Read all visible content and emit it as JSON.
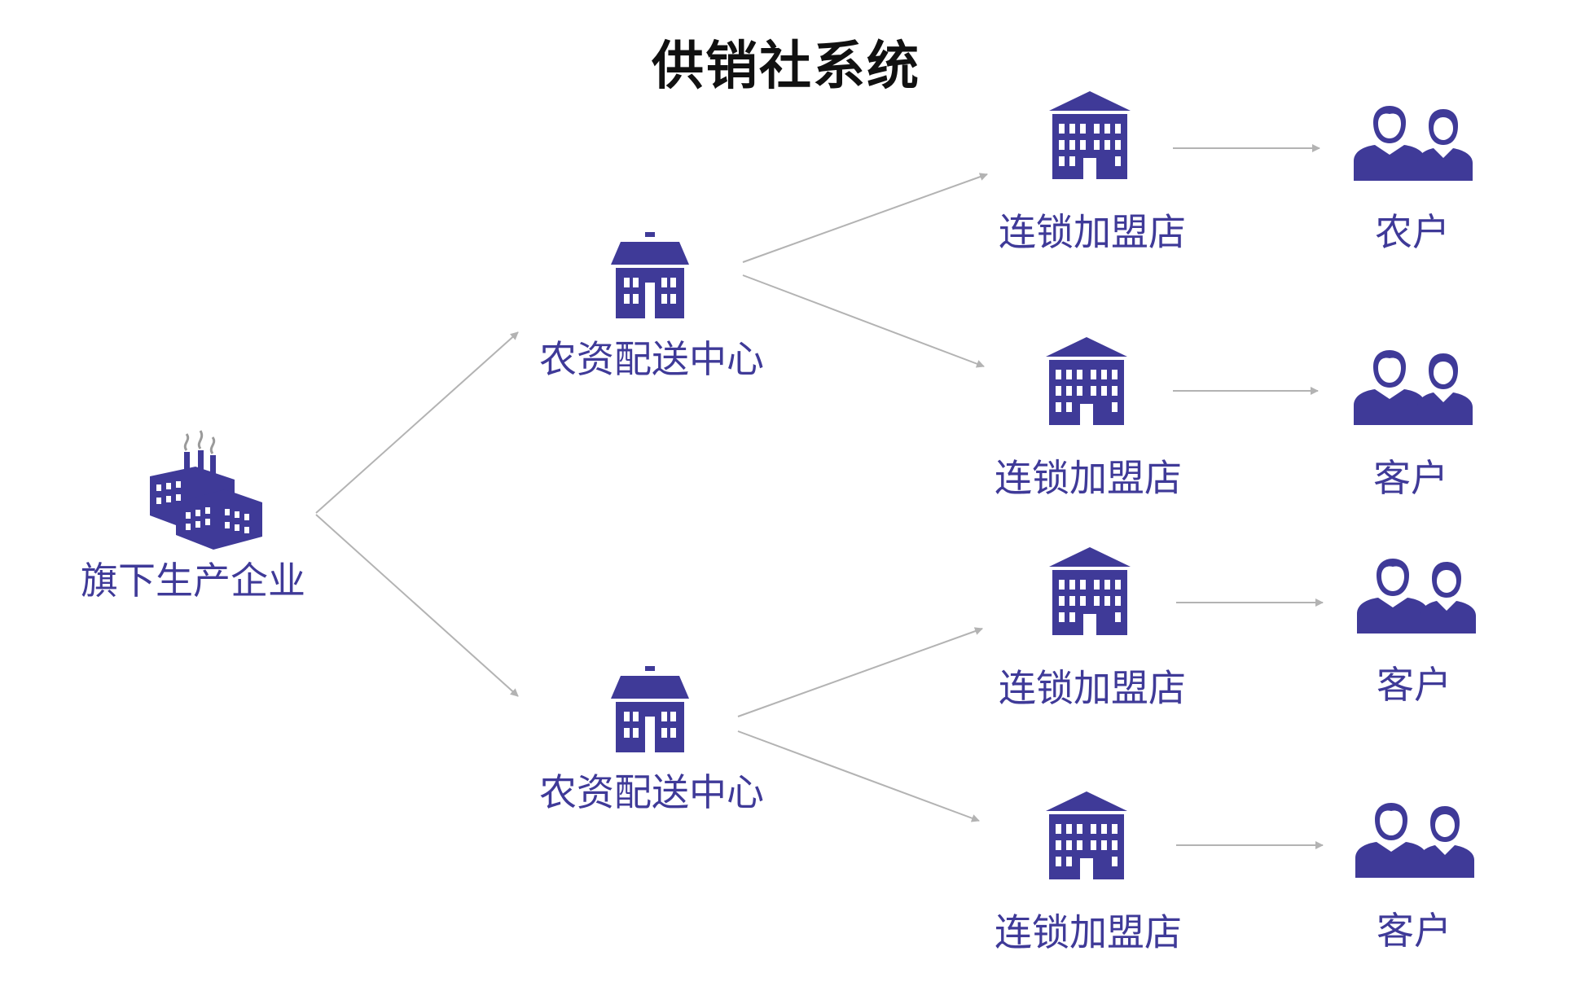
{
  "title": "供销社系统",
  "colors": {
    "primary": "#3f3a98",
    "arrow": "#b3b3b3",
    "title": "#111111"
  },
  "producer": {
    "label": "旗下生产企业",
    "icon": "factory-icon"
  },
  "distribution_centers": [
    {
      "label": "农资配送中心",
      "icon": "building-icon",
      "stores": [
        {
          "label": "连锁加盟店",
          "icon": "office-building-icon",
          "customer": {
            "label": "农户",
            "icon": "people-icon"
          }
        },
        {
          "label": "连锁加盟店",
          "icon": "office-building-icon",
          "customer": {
            "label": "客户",
            "icon": "people-icon"
          }
        }
      ]
    },
    {
      "label": "农资配送中心",
      "icon": "building-icon",
      "stores": [
        {
          "label": "连锁加盟店",
          "icon": "office-building-icon",
          "customer": {
            "label": "客户",
            "icon": "people-icon"
          }
        },
        {
          "label": "连锁加盟店",
          "icon": "office-building-icon",
          "customer": {
            "label": "客户",
            "icon": "people-icon"
          }
        }
      ]
    }
  ]
}
